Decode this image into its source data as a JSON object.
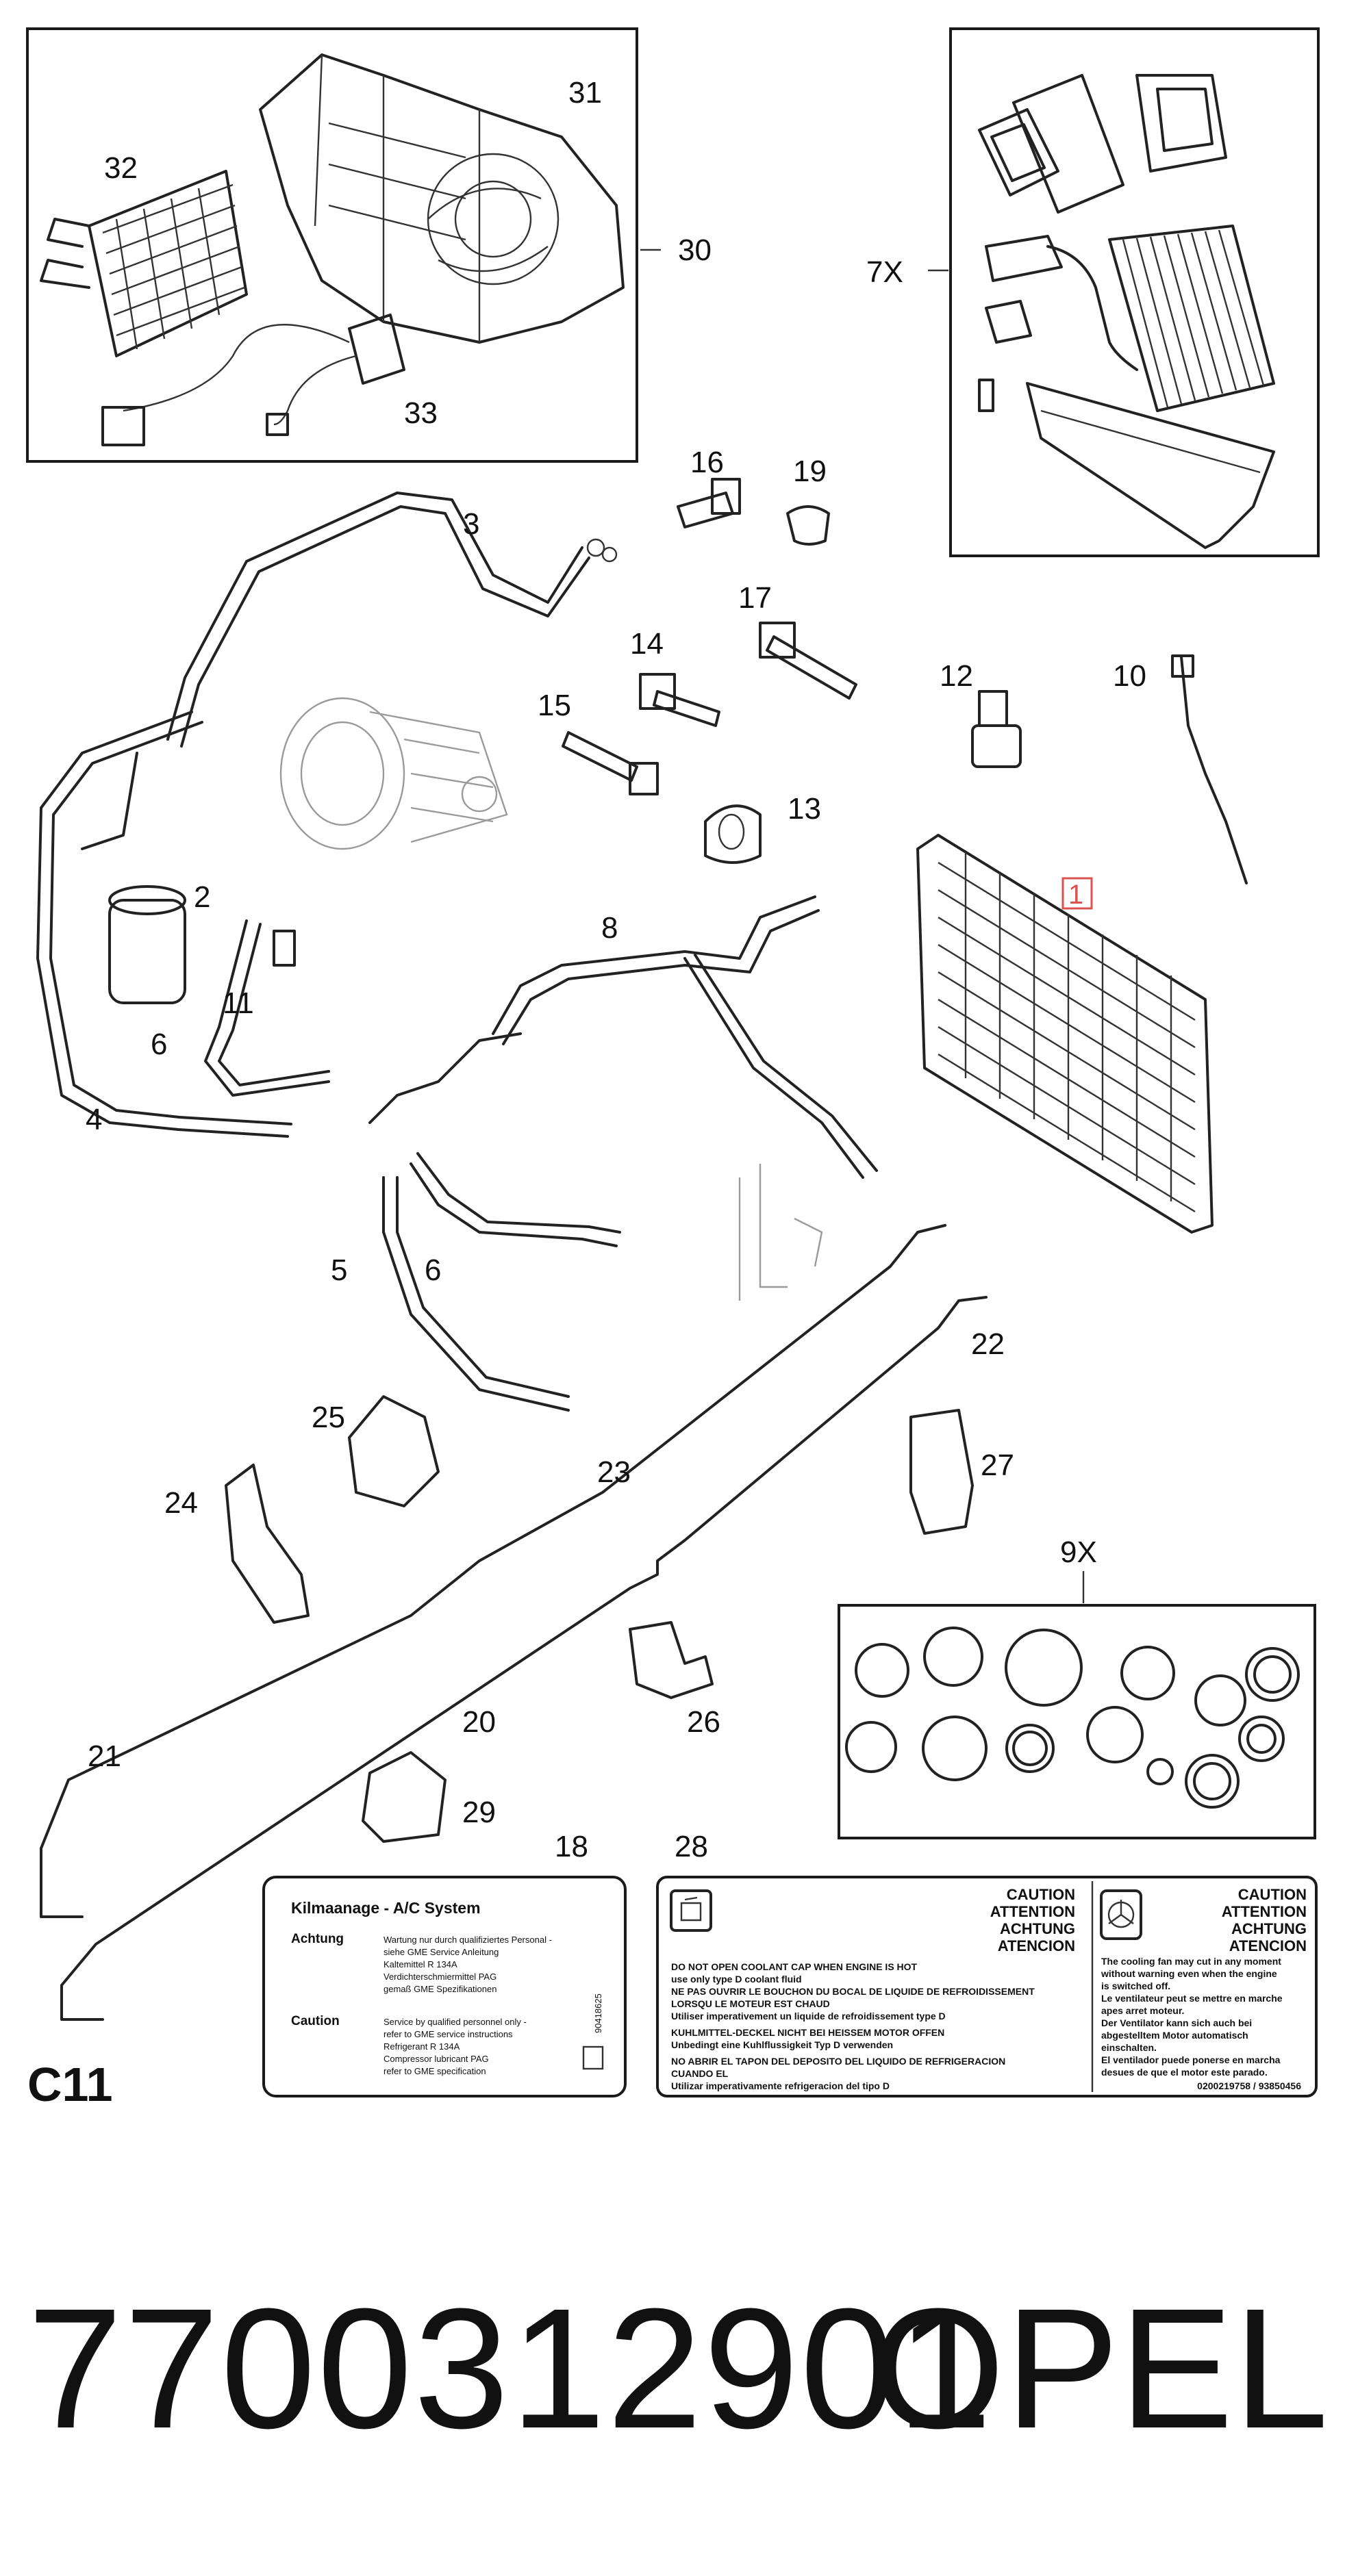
{
  "callouts": {
    "c30": "30",
    "c31": "31",
    "c32": "32",
    "c33": "33",
    "c7x": "7X",
    "c3": "3",
    "c16": "16",
    "c19": "19",
    "c17": "17",
    "c14": "14",
    "c15": "15",
    "c12": "12",
    "c10": "10",
    "c13": "13",
    "c1": "1",
    "c2": "2",
    "c11": "11",
    "c6a": "6",
    "c4": "4",
    "c8": "8",
    "c5": "5",
    "c6b": "6",
    "c22": "22",
    "c25": "25",
    "c23": "23",
    "c27": "27",
    "c24": "24",
    "c9x": "9X",
    "c26": "26",
    "c21": "21",
    "c20": "20",
    "c29": "29",
    "c18": "18",
    "c28": "28"
  },
  "label18": {
    "title": "Kilmaanage - A/C System",
    "achtung_heading": "Achtung",
    "achtung_lines": [
      "Wartung nur durch qualifiziertes Personal -",
      "siehe GME Service Anleitung",
      "Kaltemittel R 134A",
      "Verdichterschmiermittel PAG",
      "gemaß GME Spezifikationen"
    ],
    "caution_heading": "Caution",
    "caution_lines": [
      "Service by qualified personnel only -",
      "refer to GME service instructions",
      "Refrigerant R 134A",
      "Compressor lubricant PAG",
      "refer to GME specification"
    ],
    "code": "90418625"
  },
  "label28": {
    "left_headings": [
      "CAUTION",
      "ATTENTION",
      "ACHTUNG",
      "ATENCION"
    ],
    "left_lines": [
      "DO NOT OPEN COOLANT CAP WHEN ENGINE IS HOT",
      "use only type D coolant fluid",
      "NE PAS OUVRIR LE BOUCHON DU BOCAL DE LIQUIDE DE REFROIDISSEMENT",
      "LORSQU LE MOTEUR EST CHAUD",
      "Utiliser imperativement un liquide de refroidissement type D",
      "KUHLMITTEL-DECKEL NICHT BEI HEISSEM MOTOR OFFEN",
      "Unbedingt eine Kuhlflussigkeit Typ D verwenden",
      "NO ABRIR EL TAPON DEL DEPOSITO DEL LIQUIDO DE REFRIGERACION",
      "CUANDO EL",
      "Utilizar imperativamente refrigeracion del tipo D"
    ],
    "right_headings": [
      "CAUTION",
      "ATTENTION",
      "ACHTUNG",
      "ATENCION"
    ],
    "right_lines": [
      "The cooling fan may cut in any moment",
      "without warning even when the engine",
      "is switched off.",
      "Le ventilateur peut se mettre en marche",
      "apes arret moteur.",
      "Der Ventilator kann sich auch bei",
      "abgestelltem Motor automatisch",
      "einschalten.",
      "El ventilador puede ponerse en marcha",
      "desues de que el motor este parado.",
      "0200219758 / 93850456"
    ]
  },
  "corner_code": "C11",
  "footer": {
    "part_number": "7700312901",
    "brand": "OPEL"
  },
  "colors": {
    "highlight": "#d9534f",
    "ink": "#111111"
  }
}
